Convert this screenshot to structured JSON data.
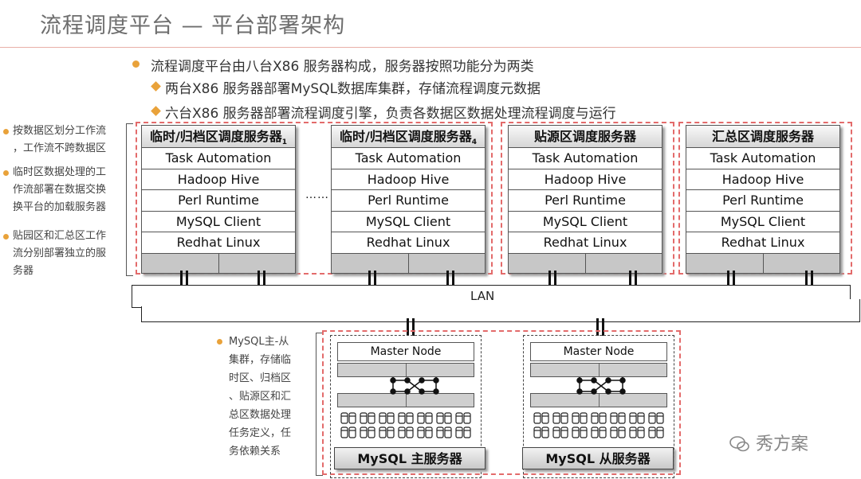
{
  "title": "流程调度平台 — 平台部署架构",
  "bullets": {
    "main": "流程调度平台由八台X86 服务器构成，服务器按照功能分为两类",
    "sub1": "两台X86 服务器部署MySQL数据库集群，存储流程调度元数据",
    "sub2": "六台X86 服务器部署流程调度引擎，负责各数据区数据处理流程调度与运行"
  },
  "side_notes": {
    "n1": [
      "按数据区划分工作流",
      "，工作流不跨数据区"
    ],
    "n2": [
      "临时区数据处理的工",
      "作流部署在数据交换",
      "换平台的加载服务器"
    ],
    "n3": [
      "贴园区和汇总区工作",
      "流分别部署独立的服",
      "务器"
    ]
  },
  "mysql_note": [
    "MySQL主-从",
    "集群，存储临",
    "时区、归档区",
    "、贴源区和汇",
    "总区数据处理",
    "任务定义，任",
    "务依赖关系"
  ],
  "servers": {
    "s1": {
      "title": "临时/归档区调度服务器",
      "sub": "1"
    },
    "s2": {
      "title": "临时/归档区调度服务器",
      "sub": "4"
    },
    "s3": {
      "title": "贴源区调度服务器"
    },
    "s4": {
      "title": "汇总区调度服务器"
    },
    "rows": [
      "Task Automation",
      "Hadoop Hive",
      "Perl Runtime",
      "MySQL Client",
      "Redhat Linux"
    ]
  },
  "ellipsis": "……",
  "lan": "LAN",
  "db": {
    "master_node": "Master Node",
    "primary": "MySQL 主服务器",
    "replica": "MySQL 从服务器"
  },
  "watermark": "秀方案",
  "colors": {
    "accent": "#e9a23a",
    "dashed_border": "#e36b6b",
    "title": "#6e6e6e"
  }
}
